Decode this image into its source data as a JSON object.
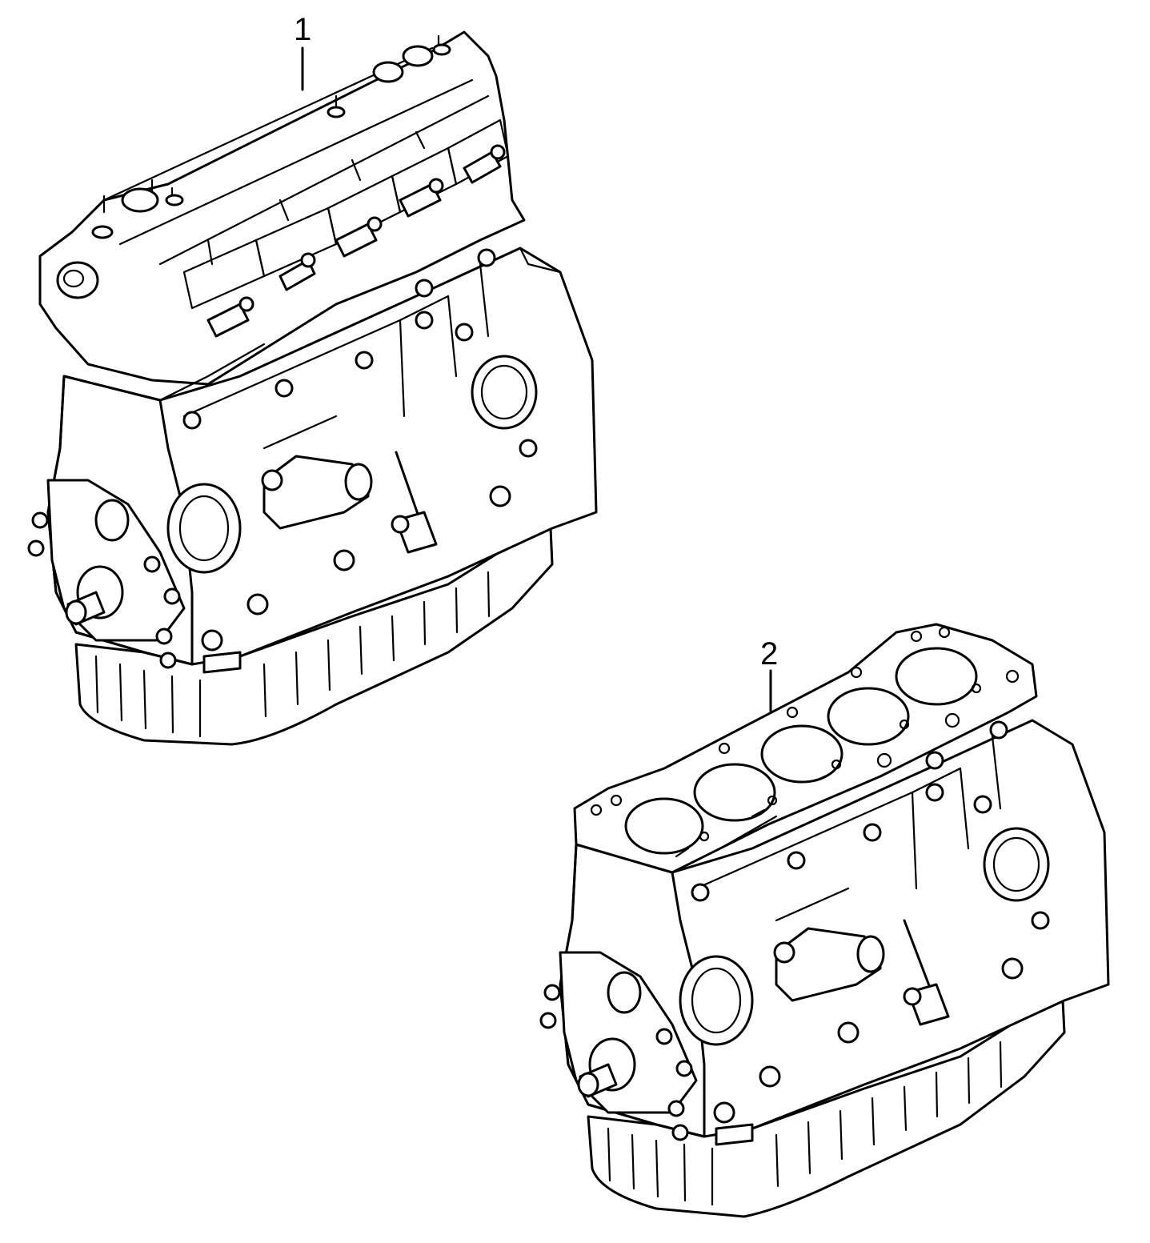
{
  "diagram": {
    "callouts": [
      {
        "id": "1",
        "label": "1"
      },
      {
        "id": "2",
        "label": "2"
      }
    ],
    "line_color": "#000000",
    "background": "#ffffff"
  }
}
